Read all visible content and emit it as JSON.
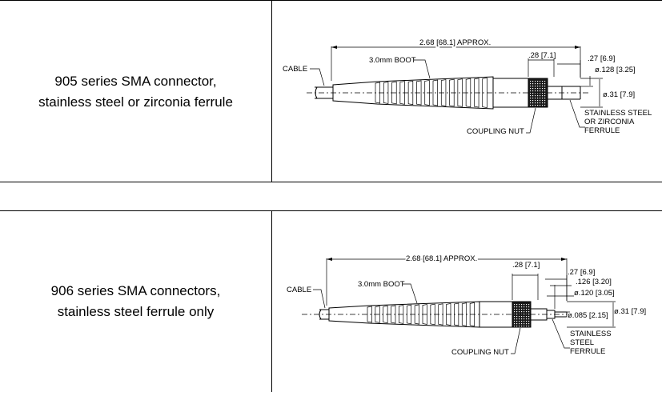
{
  "panels": [
    {
      "description": [
        "905 series SMA connector,",
        "stainless steel or zirconia ferrule"
      ],
      "diagram": {
        "length": "2.68 [68.1] APPROX.",
        "cable": "CABLE",
        "boot": "3.0mm BOOT",
        "nut_width": ".28 [7.1]",
        "ferrule_length": ".27 [6.9]",
        "ferrule_diameter": "ø.128 [3.25]",
        "body_diameter": "ø.31 [7.9]",
        "coupling_nut": "COUPLING NUT",
        "ferrule_label": [
          "STAINLESS STEEL",
          "OR ZIRCONIA",
          "FERRULE"
        ]
      }
    },
    {
      "description": [
        "906 series SMA connectors,",
        "stainless steel ferrule only"
      ],
      "diagram": {
        "length": "2.68 [68.1] APPROX.",
        "cable": "CABLE",
        "boot": "3.0mm BOOT",
        "nut_width": ".28 [7.1]",
        "ferrule_length": ".27 [6.9]",
        "step_length": ".126 [3.20]",
        "ferrule_diameter": "ø.120 [3.05]",
        "tip_diameter": "ø.085 [2.15]",
        "body_diameter": "ø.31 [7.9]",
        "coupling_nut": "COUPLING NUT",
        "ferrule_label": [
          "STAINLESS",
          "STEEL",
          "FERRULE"
        ]
      }
    }
  ]
}
